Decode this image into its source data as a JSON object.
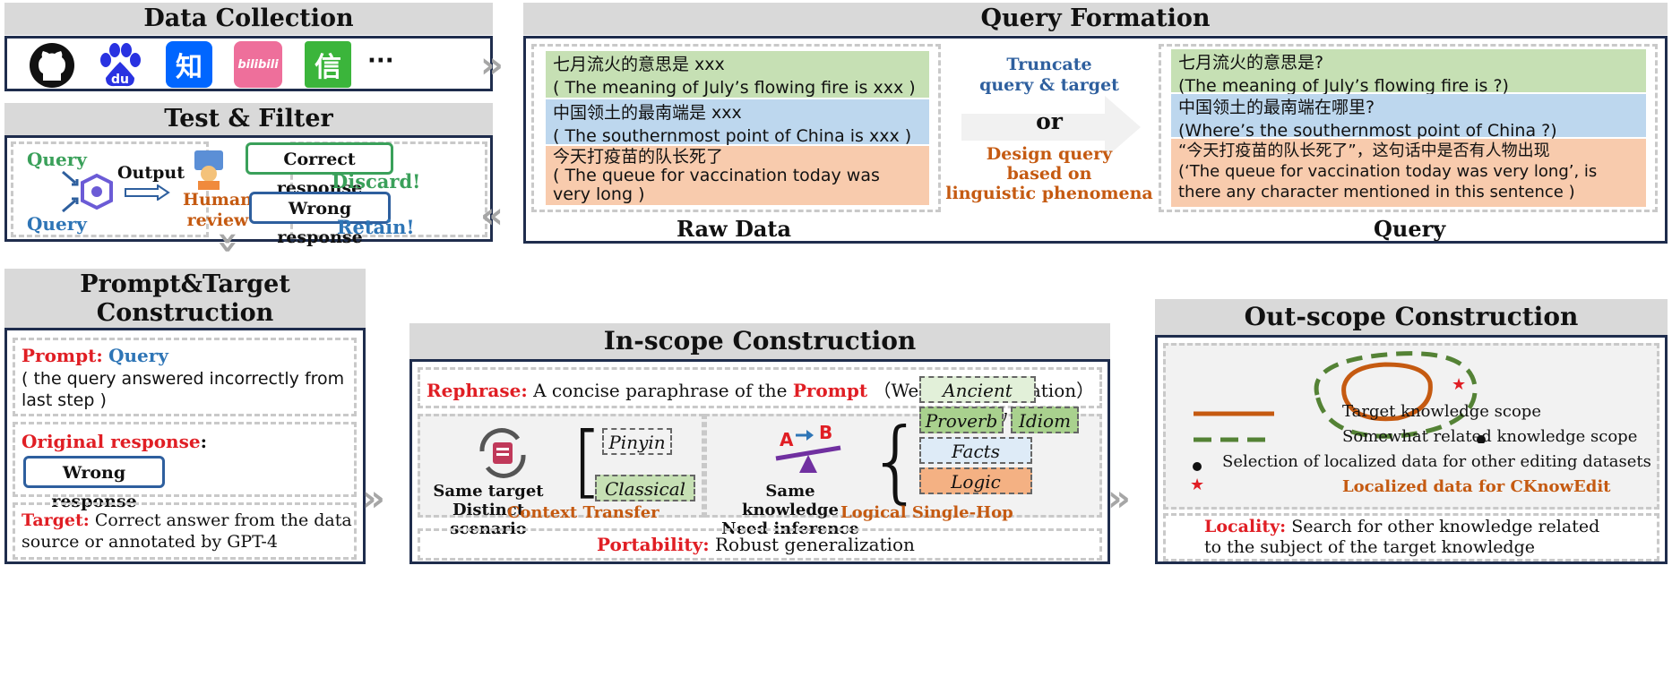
{
  "data_collection": {
    "title": "Data Collection",
    "icons": [
      "github-icon",
      "baidu-icon",
      "zhihu-icon",
      "bilibili-icon",
      "wenku-icon"
    ],
    "icon_texts": {
      "baidu": "du",
      "zhihu": "知",
      "bilibili": "bilibili",
      "wenku": "信"
    },
    "more": "···"
  },
  "test_filter": {
    "title": "Test & Filter",
    "query_top": "Query",
    "query_bottom": "Query",
    "output": "Output",
    "human_review": [
      "Human",
      "review"
    ],
    "correct": "Correct response",
    "discard": "Discard!",
    "wrong": "Wrong response",
    "retain": "Retain!"
  },
  "query_formation": {
    "title": "Query Formation",
    "raw": [
      {
        "zh": "七月流火的意思是 xxx",
        "en": "( The meaning of July’s flowing fire is xxx )"
      },
      {
        "zh": "中国领土的最南端是 xxx",
        "en": "( The southernmost point of China is xxx )"
      },
      {
        "zh": "今天打疫苗的队长死了",
        "en": "( The queue for vaccination today was very long )"
      }
    ],
    "raw_label": "Raw Data",
    "mid_top": [
      "Truncate",
      "query & target"
    ],
    "mid_or": "or",
    "mid_bottom": [
      "Design query",
      "based on",
      "linguistic phenomena"
    ],
    "query": [
      {
        "zh": "七月流火的意思是?",
        "en": "(The meaning of July’s flowing fire is ?)"
      },
      {
        "zh": "中国领土的最南端在哪里?",
        "en": "(Where’s the southernmost point of China ?)"
      },
      {
        "zh": "“今天打疫苗的队长死了”，这句话中是否有人物出现",
        "en": "(‘The queue for vaccination today was very long’, is there any character mentioned in this sentence )"
      }
    ],
    "query_label": "Query"
  },
  "prompt_target": {
    "title": [
      "Prompt&Target",
      "Construction"
    ],
    "prompt_label": "Prompt",
    "prompt_query": "Query",
    "prompt_desc": "( the query answered incorrectly from last step )",
    "orig_label": "Original response",
    "wrong": "Wrong response",
    "target_label": "Target:",
    "target_desc": "Correct answer from the data source or annotated by GPT-4"
  },
  "in_scope": {
    "title": "In-scope Construction",
    "rephrase_label": "Rephrase:",
    "rephrase_desc": "A concise paraphrase of the",
    "rephrase_prompt": "Prompt",
    "rephrase_tail": "（Weak generalization）",
    "left_caption": [
      "Same target",
      "Distinct scenario"
    ],
    "left_tags": [
      "Pinyin",
      "Classical"
    ],
    "right_caption": [
      "Same knowledge",
      "Need inference"
    ],
    "right_tags": [
      "Ancient Poetry",
      "Proverb",
      "Idiom",
      "Facts",
      "Logic"
    ],
    "context_transfer": "Context Transfer",
    "logical_single_hop": "Logical Single-Hop",
    "portability_label": "Portability:",
    "portability_desc": "Robust generalization"
  },
  "out_scope": {
    "title": "Out-scope Construction",
    "legend": [
      "Target knowledge scope",
      "Somewhat related knowledge scope",
      "Selection of localized data for other editing datasets",
      "Localized data for CKnowEdit"
    ],
    "locality_label": "Locality:",
    "locality_desc": [
      "Search for other knowledge related",
      "to the subject of the target knowledge"
    ]
  },
  "colors": {
    "green": "#c6e0b4",
    "blue": "#bdd7ee",
    "orange": "#f8cbad",
    "red": "#e01e24",
    "query_blue": "#2e75b6",
    "brown": "#c55a11",
    "panel_border": "#1f2d4d",
    "header": "#d9d9d9"
  }
}
